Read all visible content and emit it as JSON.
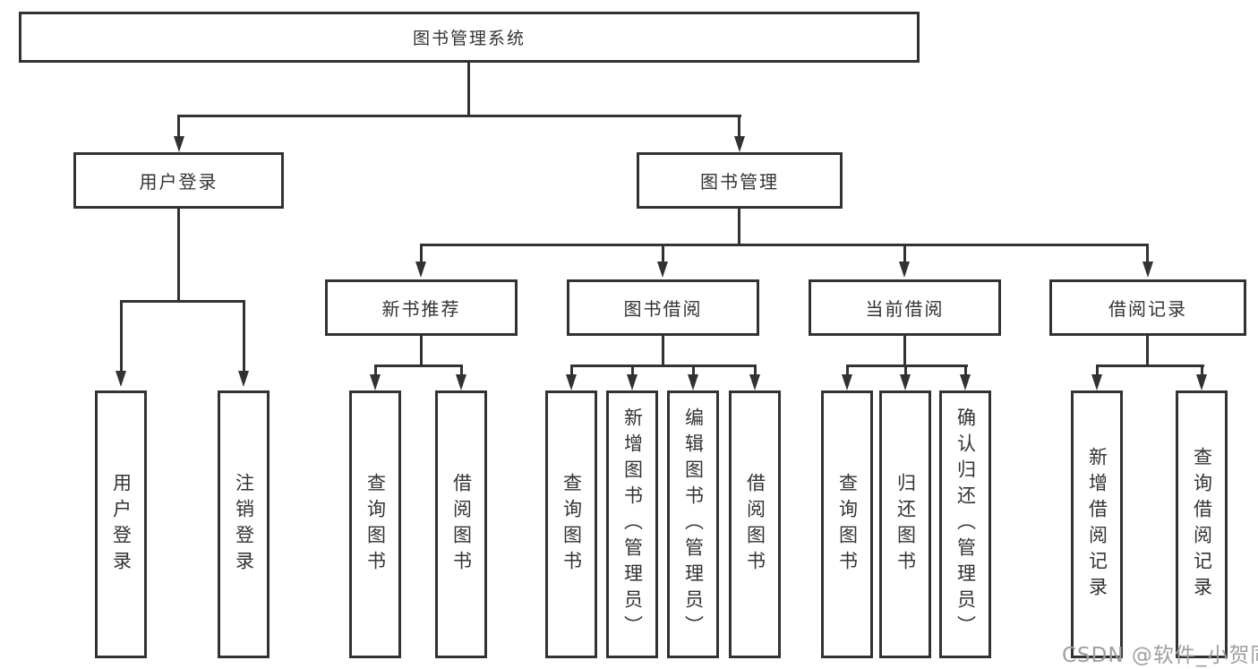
{
  "diagram": {
    "title": "图书管理系统",
    "level2": [
      "用户登录",
      "图书管理"
    ],
    "level3": [
      "新书推荐",
      "图书借阅",
      "当前借阅",
      "借阅记录"
    ],
    "leaves_user_login": [
      "用户登录",
      "注销登录"
    ],
    "leaves_new_book": [
      "查询图书",
      "借阅图书"
    ],
    "leaves_book_borrow": [
      "查询图书",
      "新增图书（管理员）",
      "编辑图书（管理员）",
      "借阅图书"
    ],
    "leaves_current_borrow": [
      "查询图书",
      "归还图书",
      "确认归还（管理员）"
    ],
    "leaves_borrow_records": [
      "新增借阅记录",
      "查询借阅记录"
    ]
  },
  "watermark": "CSDN @软件_小贺同学",
  "colors": {
    "line": "#323232",
    "text": "#333333",
    "watermark": "#9f9f9f",
    "background": "#ffffff"
  }
}
